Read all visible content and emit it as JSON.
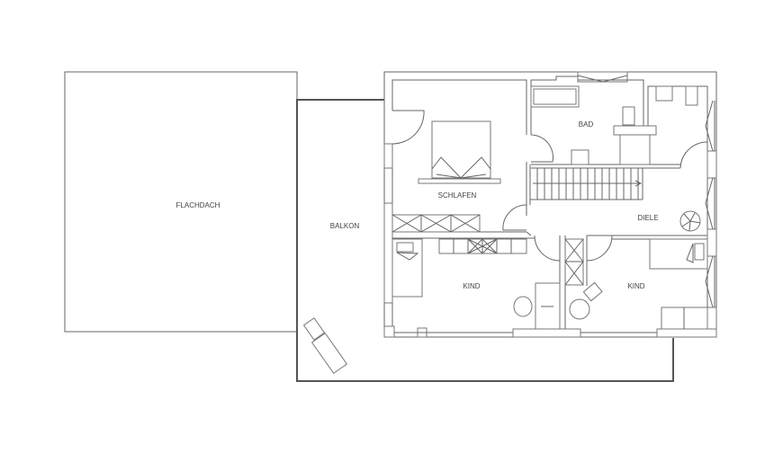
{
  "plan": {
    "rooms": {
      "flachdach": "FLACHDACH",
      "balkon": "BALKON",
      "schlafen": "SCHLAFEN",
      "bad": "BAD",
      "diele": "DIELE",
      "kind_left": "KIND",
      "kind_right": "KIND"
    },
    "line_color": "#666666"
  }
}
